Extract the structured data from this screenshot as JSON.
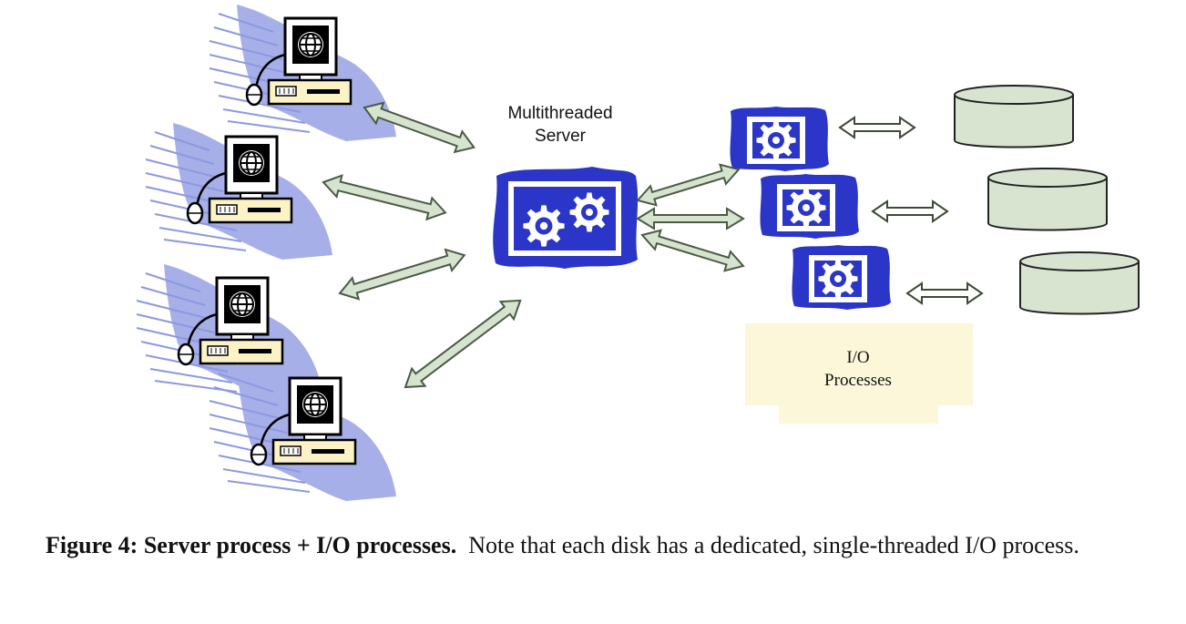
{
  "labels": {
    "server": [
      "Multithreaded",
      "Server"
    ],
    "io_processes": [
      "I/O",
      "Processes"
    ]
  },
  "caption": {
    "bold": "Figure 4: Server process + I/O processes.",
    "text": "Note that each disk has a dedicated, single-threaded I/O process."
  },
  "icons": {
    "client": "computer-workstation-icon",
    "server": "gears-icon",
    "io_process": "gear-icon",
    "disk": "disk-cylinder-icon"
  },
  "colors": {
    "arrow_fill": "#d6e3cf",
    "arrow_stroke": "#4a5a44",
    "disk_fill": "#d8e4cf",
    "blue_box": "#2b35c8",
    "io_label_bg": "#fbf7d8",
    "client_wave": "#9ea7e6"
  }
}
